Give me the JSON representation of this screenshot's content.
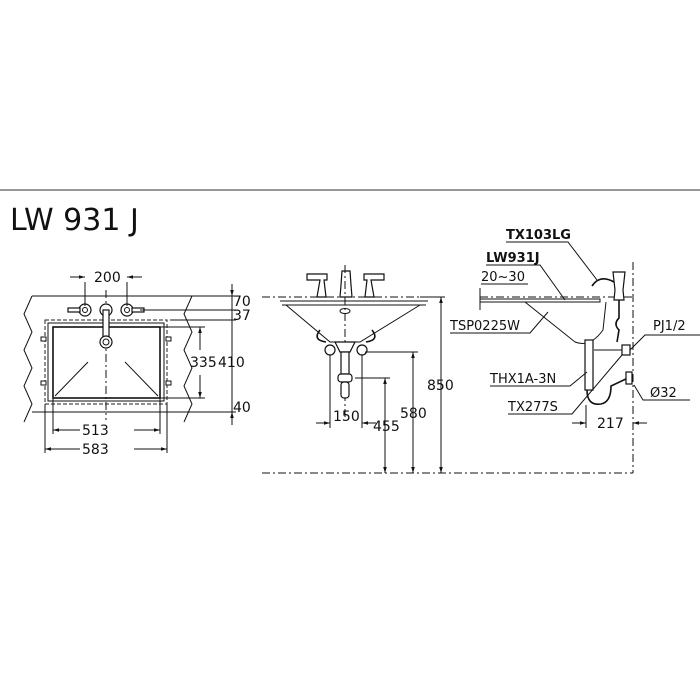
{
  "title": "LW 931 J",
  "plan_view": {
    "dims": {
      "faucet_spacing": "200",
      "basin_width": "513",
      "overall_width": "583",
      "top_70": "70",
      "top_37": "37",
      "basin_depth": "335",
      "overall_depth": "410",
      "front_40": "40"
    }
  },
  "front_view": {
    "dims": {
      "supply_spacing": "150",
      "trap_height": "455",
      "supply_height": "580",
      "counter_height": "850"
    }
  },
  "side_view": {
    "labels": {
      "faucet": "TX103LG",
      "basin": "LW931J",
      "counter_thickness": "20~30",
      "mount": "TSP0225W",
      "supply": "PJ1/2",
      "drain": "THX1A-3N",
      "pipe_dia": "Ø32",
      "trap": "TX277S"
    },
    "dims": {
      "wall_offset": "217"
    }
  }
}
